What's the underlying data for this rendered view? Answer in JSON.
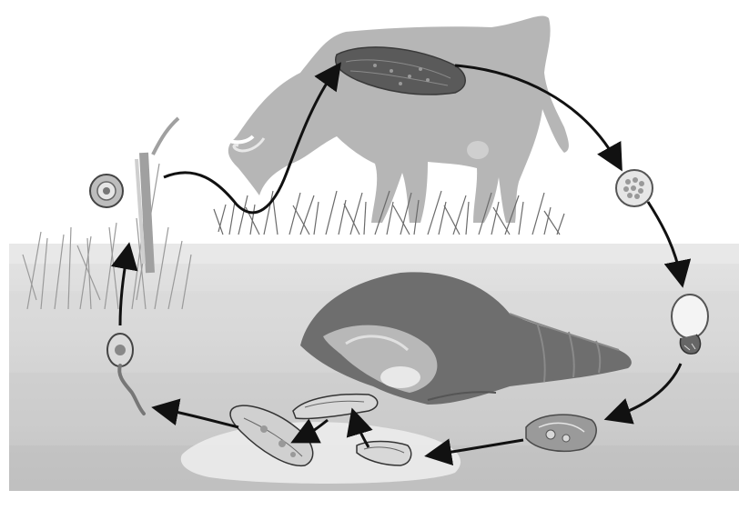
{
  "diagram": {
    "style": "grayscale",
    "stages": [
      {
        "id": "adult-fluke",
        "icon": "leaf-shaped-fluke-icon",
        "host": "cow-liver"
      },
      {
        "id": "egg",
        "icon": "egg-icon"
      },
      {
        "id": "miracidium",
        "icon": "ciliated-larva-icon"
      },
      {
        "id": "sporocyst",
        "icon": "sac-larva-icon",
        "host": "snail"
      },
      {
        "id": "rediae",
        "icon": "elongated-larva-icon",
        "host": "snail"
      },
      {
        "id": "cercaria",
        "icon": "tailed-larva-icon"
      },
      {
        "id": "metacercaria",
        "icon": "cyst-icon",
        "location": "grass-stem"
      }
    ],
    "colors": {
      "cow": "#b4b4b4",
      "fluke": "#5a5a5a",
      "snail": "#6e6e6e",
      "water-light": "#e1e1e1",
      "water-dark": "#c4c4c4",
      "arrow": "#111111"
    }
  }
}
